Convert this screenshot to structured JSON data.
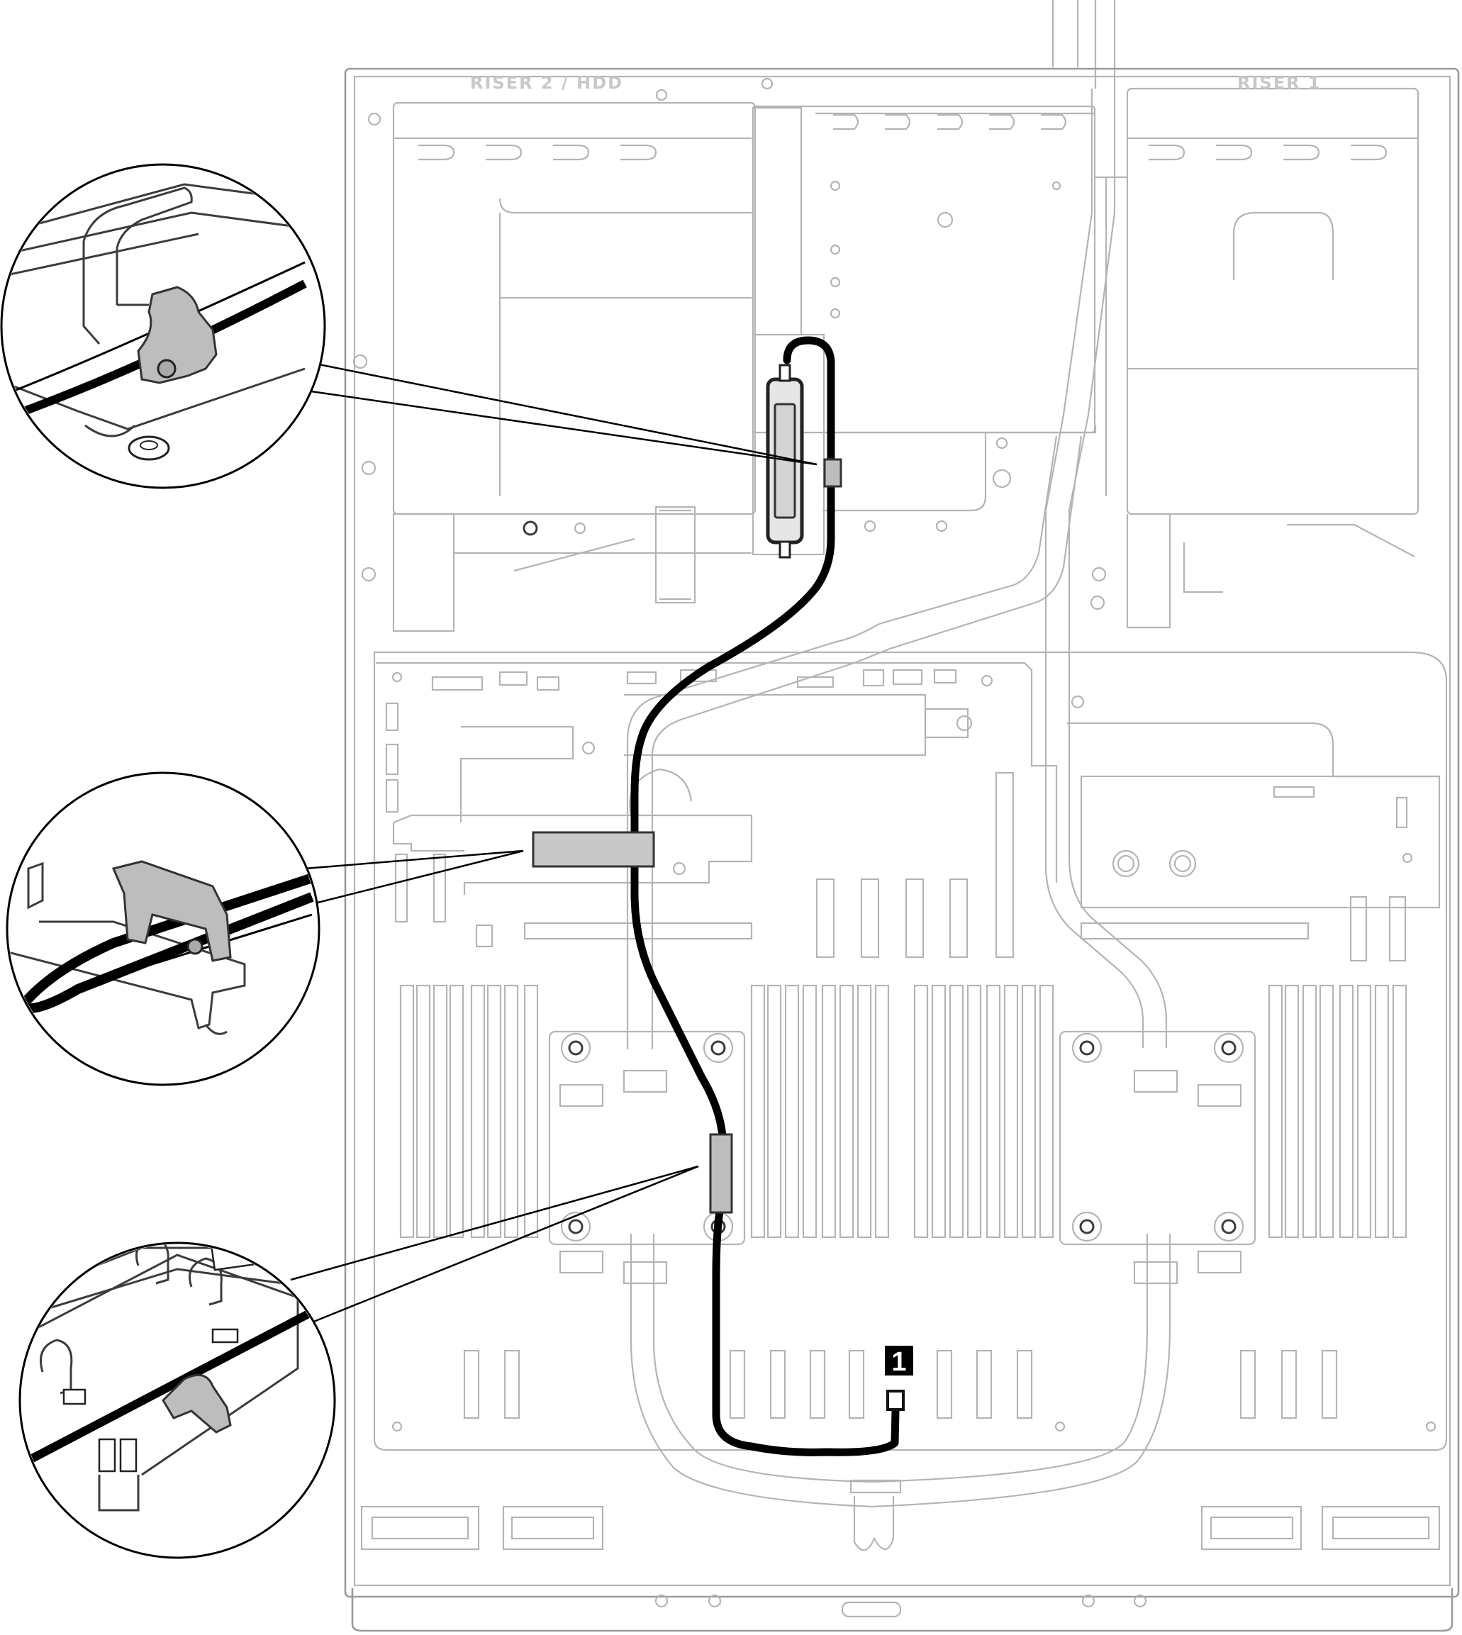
{
  "labels": {
    "riser2": "RISER 2 / HDD",
    "riser1": "RISER 1"
  },
  "callouts": [
    {
      "number": "1"
    }
  ],
  "colors": {
    "chassis_line": "#b4b4b4",
    "cable": "#000000",
    "clip_fill": "#bdbdbd",
    "callout_bg": "#000000"
  },
  "icons": [
    "detail-zoom-clip-1",
    "detail-zoom-clip-2",
    "detail-zoom-clip-3"
  ]
}
